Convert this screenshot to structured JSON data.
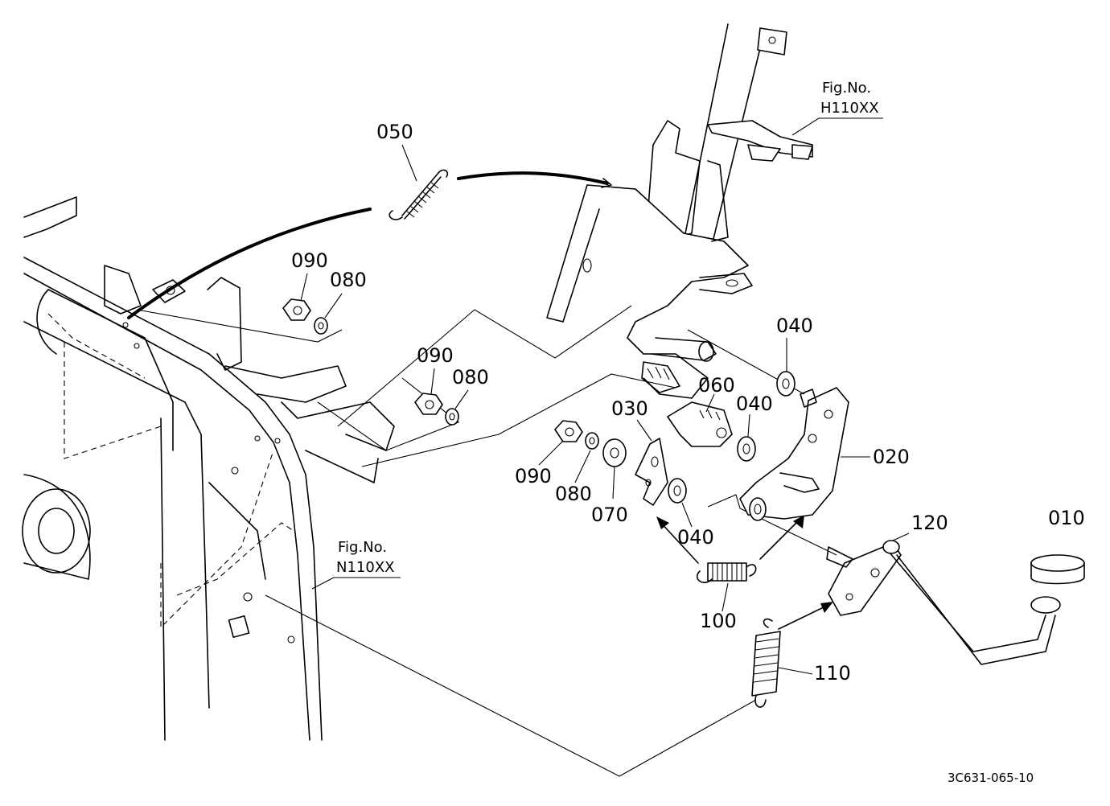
{
  "callouts": [
    "050",
    "090",
    "080",
    "090",
    "080",
    "040",
    "060",
    "040",
    "030",
    "020",
    "090",
    "080",
    "070",
    "040",
    "120",
    "010",
    "100",
    "110"
  ],
  "figure_refs": [
    {
      "title": "Fig.No.",
      "number": "H110XX"
    },
    {
      "title": "Fig.No.",
      "number": "N110XX"
    }
  ],
  "drawing_code": "3C631-065-10"
}
